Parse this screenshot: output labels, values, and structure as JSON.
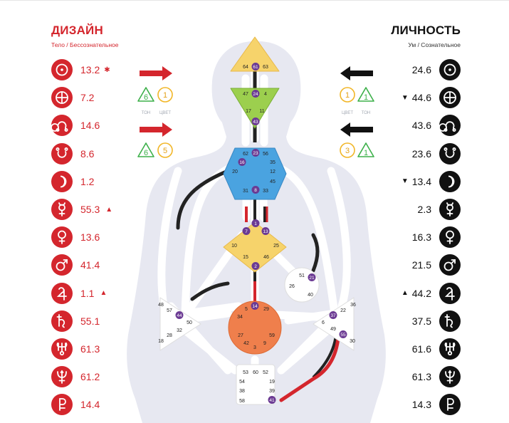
{
  "design": {
    "title": "ДИЗАЙН",
    "subtitle": "Тело / Бессознательное",
    "rows": [
      {
        "planet": "sun-icon",
        "value": "13.2",
        "mark": "✱"
      },
      {
        "planet": "earth-icon",
        "value": "7.2",
        "mark": ""
      },
      {
        "planet": "north-node-icon",
        "value": "14.6",
        "mark": ""
      },
      {
        "planet": "south-node-icon",
        "value": "8.6",
        "mark": ""
      },
      {
        "planet": "moon-icon",
        "value": "1.2",
        "mark": ""
      },
      {
        "planet": "mercury-icon",
        "value": "55.3",
        "mark": "▲"
      },
      {
        "planet": "venus-icon",
        "value": "13.6",
        "mark": ""
      },
      {
        "planet": "mars-icon",
        "value": "41.4",
        "mark": ""
      },
      {
        "planet": "jupiter-icon",
        "value": "1.1",
        "mark": "▲"
      },
      {
        "planet": "saturn-icon",
        "value": "55.1",
        "mark": ""
      },
      {
        "planet": "uranus-icon",
        "value": "61.3",
        "mark": ""
      },
      {
        "planet": "neptune-icon",
        "value": "61.2",
        "mark": ""
      },
      {
        "planet": "pluto-icon",
        "value": "14.4",
        "mark": ""
      }
    ],
    "variables": [
      {
        "tone": "6",
        "color": "1"
      },
      {
        "tone": "6",
        "color": "5"
      }
    ],
    "labels": {
      "tone": "ТОН",
      "color": "ЦВЕТ"
    }
  },
  "personality": {
    "title": "ЛИЧНОСТЬ",
    "subtitle": "Ум / Сознательное",
    "rows": [
      {
        "planet": "sun-icon",
        "value": "24.6",
        "mark": ""
      },
      {
        "planet": "earth-icon",
        "value": "44.6",
        "mark": "▼"
      },
      {
        "planet": "north-node-icon",
        "value": "43.6",
        "mark": ""
      },
      {
        "planet": "south-node-icon",
        "value": "23.6",
        "mark": ""
      },
      {
        "planet": "moon-icon",
        "value": "13.4",
        "mark": "▼"
      },
      {
        "planet": "mercury-icon",
        "value": "2.3",
        "mark": ""
      },
      {
        "planet": "venus-icon",
        "value": "16.3",
        "mark": ""
      },
      {
        "planet": "mars-icon",
        "value": "21.5",
        "mark": ""
      },
      {
        "planet": "jupiter-icon",
        "value": "44.2",
        "mark": "▲"
      },
      {
        "planet": "saturn-icon",
        "value": "37.5",
        "mark": ""
      },
      {
        "planet": "uranus-icon",
        "value": "61.6",
        "mark": ""
      },
      {
        "planet": "neptune-icon",
        "value": "61.3",
        "mark": ""
      },
      {
        "planet": "pluto-icon",
        "value": "14.3",
        "mark": ""
      }
    ],
    "variables": [
      {
        "color": "1",
        "tone": "1"
      },
      {
        "color": "3",
        "tone": "1"
      }
    ],
    "labels": {
      "color": "ЦВЕТ",
      "tone": "ТОН"
    }
  },
  "colors": {
    "design": "#d4262d",
    "personality": "#111111",
    "head": "#f6d36b",
    "ajna": "#9ccf4e",
    "g": "#f6d36b",
    "throat": "#4aa3e0",
    "sacral": "#ef7f4c",
    "purple": "#6b3a93",
    "silhouette": "#e7e8f1"
  },
  "centers": {
    "head": [
      "64",
      "61",
      "63"
    ],
    "ajna": [
      "47",
      "24",
      "4",
      "17",
      "11",
      "43"
    ],
    "throat": [
      "62",
      "23",
      "56",
      "16",
      "35",
      "20",
      "12",
      "45",
      "31",
      "8",
      "33"
    ],
    "g": [
      "1",
      "7",
      "13",
      "10",
      "25",
      "15",
      "46",
      "2"
    ],
    "heart": [
      "51",
      "21",
      "26",
      "40"
    ],
    "spleen": [
      "48",
      "57",
      "44",
      "50",
      "32",
      "28",
      "18"
    ],
    "solar": [
      "36",
      "37",
      "22",
      "6",
      "49",
      "55",
      "30"
    ],
    "sacral": [
      "14",
      "5",
      "29",
      "34",
      "27",
      "59",
      "42",
      "3",
      "9"
    ],
    "root": [
      "53",
      "60",
      "52",
      "54",
      "19",
      "38",
      "39",
      "58",
      "41"
    ]
  },
  "activated": [
    "61",
    "24",
    "43",
    "23",
    "16",
    "1",
    "7",
    "13",
    "2",
    "14",
    "21",
    "44",
    "37",
    "55",
    "41",
    "8"
  ]
}
